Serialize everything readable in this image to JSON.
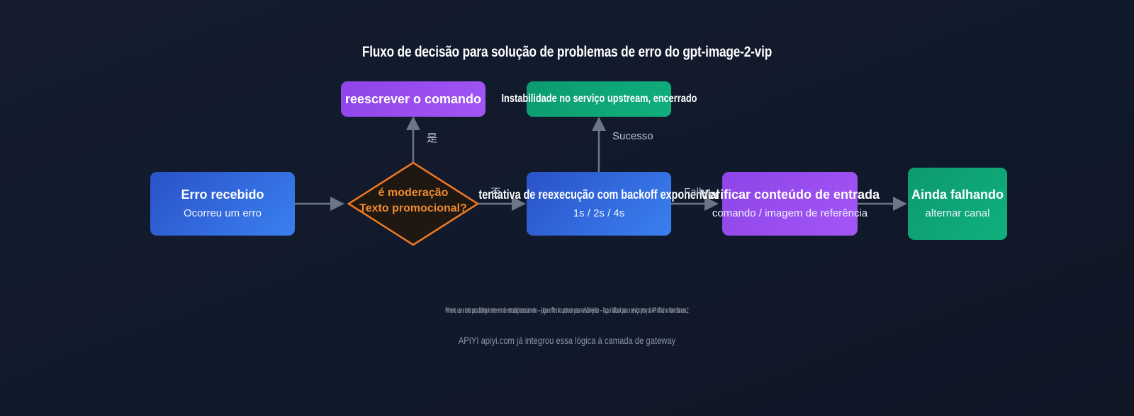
{
  "diagram": {
    "title": "Fluxo de decisão para solução de problemas de erro do gpt-image-2-vip",
    "nodes": {
      "error_received": {
        "title": "Erro recebido",
        "subtitle": "Ocorreu um erro"
      },
      "moderation_check": {
        "line1": "é moderação",
        "line2": "Texto promocional?"
      },
      "rewrite_prompt": {
        "title": "reescrever o comando"
      },
      "retry_backoff": {
        "title": "tentativa de reexecução com backoff exponencial",
        "subtitle": "1s / 2s / 4s"
      },
      "upstream_instability": {
        "title": "Instabilidade no serviço upstream, encerrado"
      },
      "verify_input": {
        "title": "Verificar conteúdo de entrada",
        "subtitle": "comando / imagem de referência"
      },
      "still_failing": {
        "title": "Ainda falhando",
        "subtitle": "alternar canal"
      }
    },
    "edge_labels": {
      "yes": "是",
      "no": "否",
      "success": "Sucesso",
      "failure": "Falha"
    },
    "footnote": "Primeiro, use o texto para distinguir entre erro de entrada/processamento — julgue o filtro do upstream para revisão/rejeitar — faça o fallback para o serviço proxy da API oficial ou Nano Banana 2",
    "credit": "APIYI apiyi.com já integrou essa lógica à camada de gateway"
  },
  "colors": {
    "background": "#111a2c",
    "blue_node": "#3a80f0",
    "purple_node": "#a456f5",
    "green_node": "#10b07e",
    "diamond_stroke": "#f57a20",
    "diamond_fill": "#1e1712",
    "diamond_text": "#f08a30",
    "edge": "#6b7686"
  }
}
